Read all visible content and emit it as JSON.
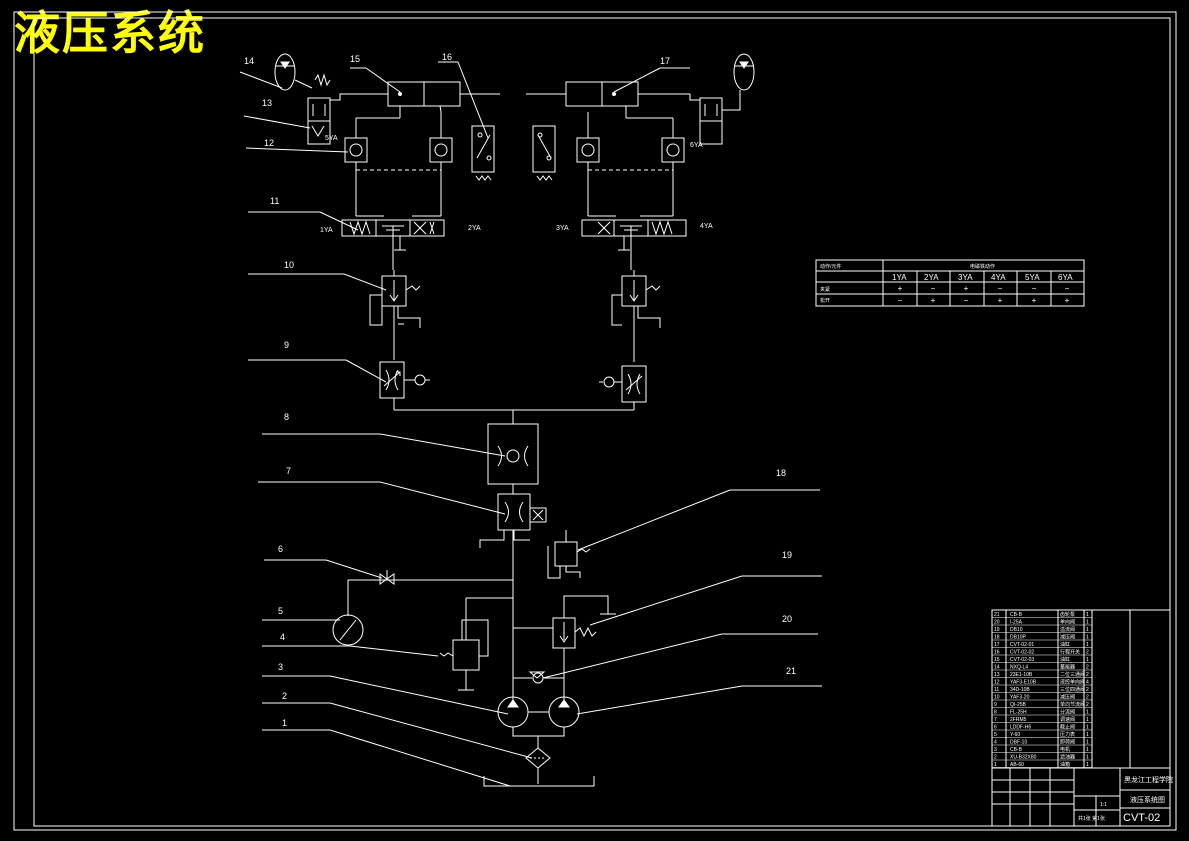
{
  "title": "液压系统",
  "callouts": [
    "1",
    "2",
    "3",
    "4",
    "5",
    "6",
    "7",
    "8",
    "9",
    "10",
    "11",
    "12",
    "13",
    "14",
    "15",
    "16",
    "17",
    "18",
    "19",
    "20",
    "21"
  ],
  "coil_labels": [
    "1YA",
    "2YA",
    "3YA",
    "4YA",
    "5YA",
    "6YA"
  ],
  "action_table": {
    "corner": "动作/元件",
    "group_header": "电磁铁动作",
    "columns": [
      "1YA",
      "2YA",
      "3YA",
      "4YA",
      "5YA",
      "6YA"
    ],
    "rows": [
      {
        "label": "夹紧",
        "values": [
          "+",
          "−",
          "+",
          "−",
          "−",
          "−"
        ]
      },
      {
        "label": "松开",
        "values": [
          "−",
          "+",
          "−",
          "+",
          "+",
          "+"
        ]
      }
    ]
  },
  "parts_list": [
    {
      "no": "21",
      "code": "CB-B",
      "name": "齿轮泵",
      "qty": "1"
    },
    {
      "no": "20",
      "code": "I-25A",
      "name": "单向阀",
      "qty": "1"
    },
    {
      "no": "19",
      "code": "DB10",
      "name": "溢流阀",
      "qty": "1"
    },
    {
      "no": "18",
      "code": "DB10P",
      "name": "减压阀",
      "qty": "1"
    },
    {
      "no": "17",
      "code": "CVT-02-01",
      "name": "油缸",
      "qty": "1"
    },
    {
      "no": "16",
      "code": "CVT-02-02",
      "name": "行程开关",
      "qty": "2"
    },
    {
      "no": "15",
      "code": "CVT-02-03",
      "name": "油缸",
      "qty": "1"
    },
    {
      "no": "14",
      "code": "NXQ-L4",
      "name": "蓄能器",
      "qty": "2"
    },
    {
      "no": "13",
      "code": "23E1-10B",
      "name": "二位三通阀",
      "qty": "2"
    },
    {
      "no": "12",
      "code": "YAF3-E10B",
      "name": "液控单向阀",
      "qty": "4"
    },
    {
      "no": "11",
      "code": "34D-10B",
      "name": "三位四通阀",
      "qty": "2"
    },
    {
      "no": "10",
      "code": "YAF3-20",
      "name": "减压阀",
      "qty": "2"
    },
    {
      "no": "9",
      "code": "QI-25B",
      "name": "单向节流阀",
      "qty": "2"
    },
    {
      "no": "8",
      "code": "FL-25H",
      "name": "分流阀",
      "qty": "1"
    },
    {
      "no": "7",
      "code": "2FRM5",
      "name": "调速阀",
      "qty": "1"
    },
    {
      "no": "6",
      "code": "LDDF-H6",
      "name": "截止阀",
      "qty": "1"
    },
    {
      "no": "5",
      "code": "Y-60",
      "name": "压力表",
      "qty": "1"
    },
    {
      "no": "4",
      "code": "DBF-10",
      "name": "卸荷阀",
      "qty": "1"
    },
    {
      "no": "3",
      "code": "CB-B",
      "name": "电机",
      "qty": "1"
    },
    {
      "no": "2",
      "code": "XU-B32X80",
      "name": "滤油器",
      "qty": "1"
    },
    {
      "no": "1",
      "code": "AB-60",
      "name": "油箱",
      "qty": "1"
    }
  ],
  "title_block": {
    "school": "黑龙江工程学院",
    "drawing_name": "液压系统图",
    "drawing_no": "CVT-02",
    "scale": "1:1",
    "sheet": "共1张 第1张"
  },
  "colors": {
    "background": "#000000",
    "line": "#ffffff",
    "title": "#ffff00"
  }
}
